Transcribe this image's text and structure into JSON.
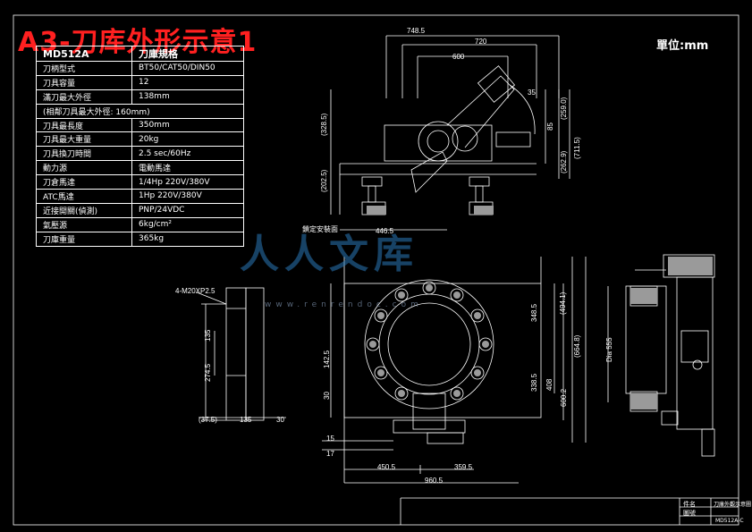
{
  "title": "A3-刀库外形示意1",
  "unit_label": "單位:mm",
  "spec_table": {
    "model": "MD512A",
    "heading": "刀庫規格",
    "rows": [
      {
        "key": "刀柄型式",
        "value": "BT50/CAT50/DIN50"
      },
      {
        "key": "刀具容量",
        "value": "12"
      },
      {
        "key": "滿刀最大外徑",
        "value": "138mm"
      },
      {
        "key": "(相鄰刀具最大外徑: 160mm)",
        "value": ""
      },
      {
        "key": "刀具最長度",
        "value": "350mm"
      },
      {
        "key": "刀具最大重量",
        "value": "20kg"
      },
      {
        "key": "刀具換刀時間",
        "value": "2.5 sec/60Hz"
      },
      {
        "key": "動力源",
        "value": "電動馬達"
      },
      {
        "key": "刀倉馬達",
        "value": "1/4Hp   220V/380V"
      },
      {
        "key": "ATC馬達",
        "value": "1Hp   220V/380V"
      },
      {
        "key": "近接開關(偵測)",
        "value": "PNP/24VDC"
      },
      {
        "key": "氣壓源",
        "value": "6kg/cm²"
      },
      {
        "key": "刀庫重量",
        "value": "365kg"
      }
    ]
  },
  "dimensions": {
    "top_748": "748.5",
    "top_720": "720",
    "top_600": "600",
    "d_35": "35",
    "d_328_5": "(328.5)",
    "d_202_5": "(202.5)",
    "d_259": "(259.0)",
    "d_262": "(262.9)",
    "d_711": "(711.5)",
    "d_85": "85",
    "mount_label": "鎖定安裝面",
    "d_446_5": "446.5",
    "tap_label": "4-M20XP2.5",
    "d_135v": "135",
    "d_274_5": "274.5",
    "d_37_5": "(37.5)",
    "d_135h": "135",
    "d_30h": "30",
    "d_348_5": "348.5",
    "d_494_1": "(494.1)",
    "d_664_8": "(664.8)",
    "d_142_5": "142.5",
    "d_30v": "30",
    "d_338_5": "338.5",
    "d_408": "408",
    "d_600_2": "600.2",
    "d_15": "15",
    "d_17": "17",
    "d_450_5": "450.5",
    "d_359_5": "359.5",
    "d_960_5": "960.5",
    "dia_555": "Dia 555"
  },
  "watermark": {
    "text": "人人文库",
    "url": "www.renrendoc.com"
  },
  "title_block": {
    "name_label": "件名",
    "name_value": "刀庫外觀示意圖",
    "no_label": "圖號",
    "no_value": "MD512A-C"
  }
}
